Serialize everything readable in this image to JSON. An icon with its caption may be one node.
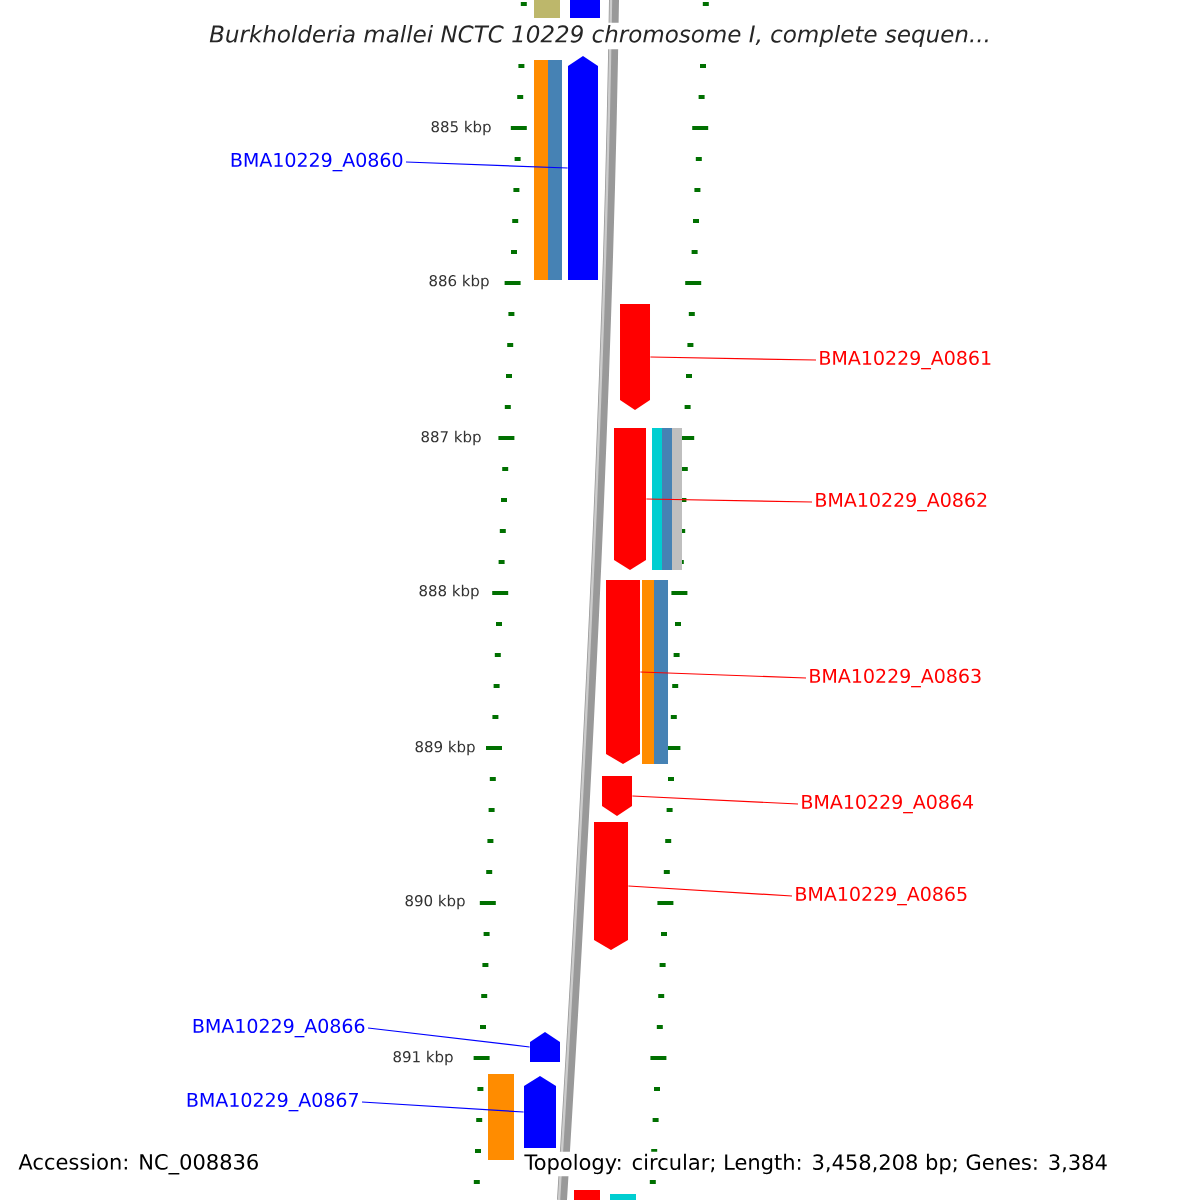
{
  "diagram": {
    "title": "Burkholderia mallei NCTC 10229 chromosome I, complete sequen...",
    "nodes": [
      {
        "text": [
          "BMA10229_A0860"
        ]
      },
      {
        "text": [
          "BMA10229_A0861"
        ]
      },
      {
        "text": [
          "BMA10229_A0862"
        ]
      },
      {
        "text": [
          "BMA10229_A0863"
        ]
      },
      {
        "text": [
          "BMA10229_A0864"
        ]
      },
      {
        "text": [
          "BMA10229_A0865"
        ]
      },
      {
        "text": [
          "BMA10229_A0866"
        ]
      },
      {
        "text": [
          "BMA10229_A0867"
        ]
      },
      {
        "text": [],
        "shape": "bar"
      },
      {
        "text": [],
        "shape": "bar"
      },
      {
        "text": [],
        "shape": "bar"
      },
      {
        "text": [],
        "shape": "bar"
      },
      {
        "text": [],
        "shape": "bar"
      },
      {
        "text": [],
        "shape": "bar"
      },
      {
        "text": [],
        "shape": "bar"
      },
      {
        "text": [],
        "shape": "bar"
      }
    ],
    "edges": [
      {
        "from": 0,
        "to": 8,
        "arrow": "none",
        "color": "#0000ff"
      },
      {
        "from": 1,
        "to": 9,
        "arrow": "none"
      },
      {
        "from": 2,
        "to": 10,
        "arrow": "none"
      },
      {
        "from": 3,
        "to": 11,
        "arrow": "none"
      },
      {
        "from": 4,
        "to": 12,
        "arrow": "none"
      },
      {
        "from": 5,
        "to": 13,
        "arrow": "none"
      },
      {
        "from": 6,
        "to": 14,
        "arrow": "none",
        "color": "#0000ff"
      },
      {
        "from": 7,
        "to": 15,
        "arrow": "none",
        "color": "#0000ff"
      }
    ],
    "labels": [
      "885 kbp",
      "886 kbp",
      "887 kbp",
      "888 kbp",
      "889 kbp",
      "890 kbp",
      "891 kbp",
      "Accession: NC_008836",
      "Topology: circular; Length: 3,458,208 bp; Genes: 3,384"
    ]
  }
}
